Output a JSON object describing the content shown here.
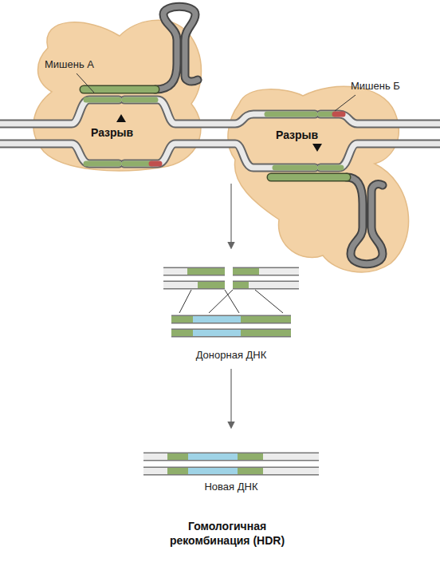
{
  "diagram": {
    "caption": "Гомологичная рекомбинация (HDR)",
    "labels": [
      "Мишень А",
      "Разрыв",
      "Мишень Б",
      "Разрыв",
      "Донорная ДНК",
      "Новая ДНК"
    ]
  }
}
